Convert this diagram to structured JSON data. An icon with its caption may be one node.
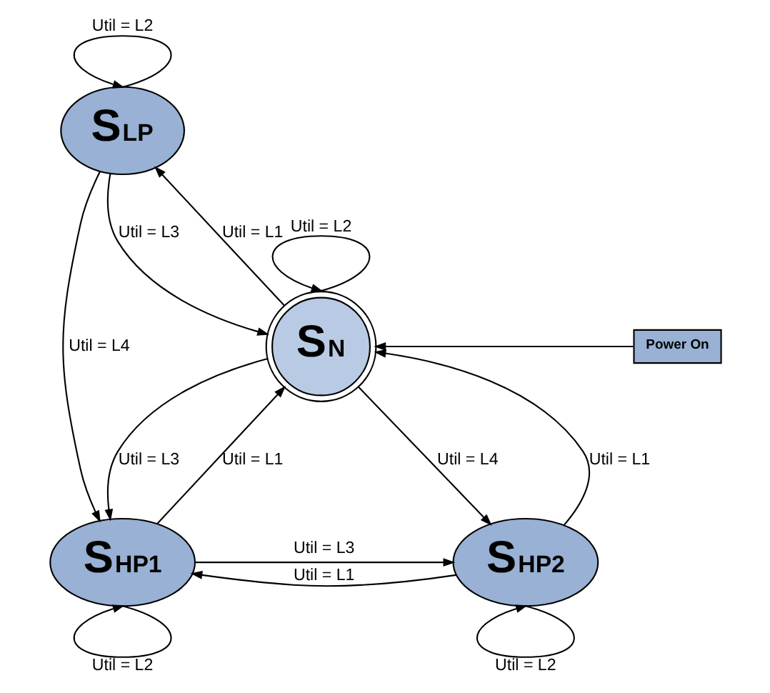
{
  "diagram": {
    "nodes": [
      {
        "text": [
          "S$_{LP}$"
        ]
      },
      {
        "text": [
          "S$_{N}$"
        ]
      },
      {
        "text": [
          "Power On"
        ]
      },
      {
        "text": [
          "S$_{HP1}$"
        ]
      },
      {
        "text": [
          "S$_{HP2}$"
        ]
      }
    ],
    "edges": [
      {
        "from": 0,
        "to": 0,
        "arrow": "to",
        "label": "Util = L2"
      },
      {
        "from": 1,
        "to": 0,
        "arrow": "to",
        "label": "Util = L1"
      },
      {
        "from": 0,
        "to": 1,
        "arrow": "to",
        "label": "Util = L3"
      },
      {
        "from": 2,
        "to": 1,
        "arrow": "to"
      },
      {
        "from": 1,
        "to": 1,
        "arrow": "to",
        "label": "Util = L2"
      },
      {
        "from": 0,
        "to": 3,
        "arrow": "to",
        "label": "Util = L4"
      },
      {
        "from": 3,
        "to": 1,
        "arrow": "to",
        "label": "Util = L1"
      },
      {
        "from": 1,
        "to": 3,
        "arrow": "to",
        "label": "Util = L3"
      },
      {
        "from": 4,
        "to": 1,
        "arrow": "to",
        "label": "Util = L1"
      },
      {
        "from": 1,
        "to": 4,
        "arrow": "to",
        "label": "Util = L4"
      },
      {
        "from": 3,
        "to": 4,
        "arrow": "to",
        "label": "Util = L3"
      },
      {
        "from": 4,
        "to": 3,
        "arrow": "to",
        "label": "Util = L1"
      },
      {
        "from": 3,
        "to": 3,
        "arrow": "to",
        "label": "Util = L2"
      },
      {
        "from": 4,
        "to": 4,
        "arrow": "to",
        "label": "Util = L2"
      }
    ]
  }
}
